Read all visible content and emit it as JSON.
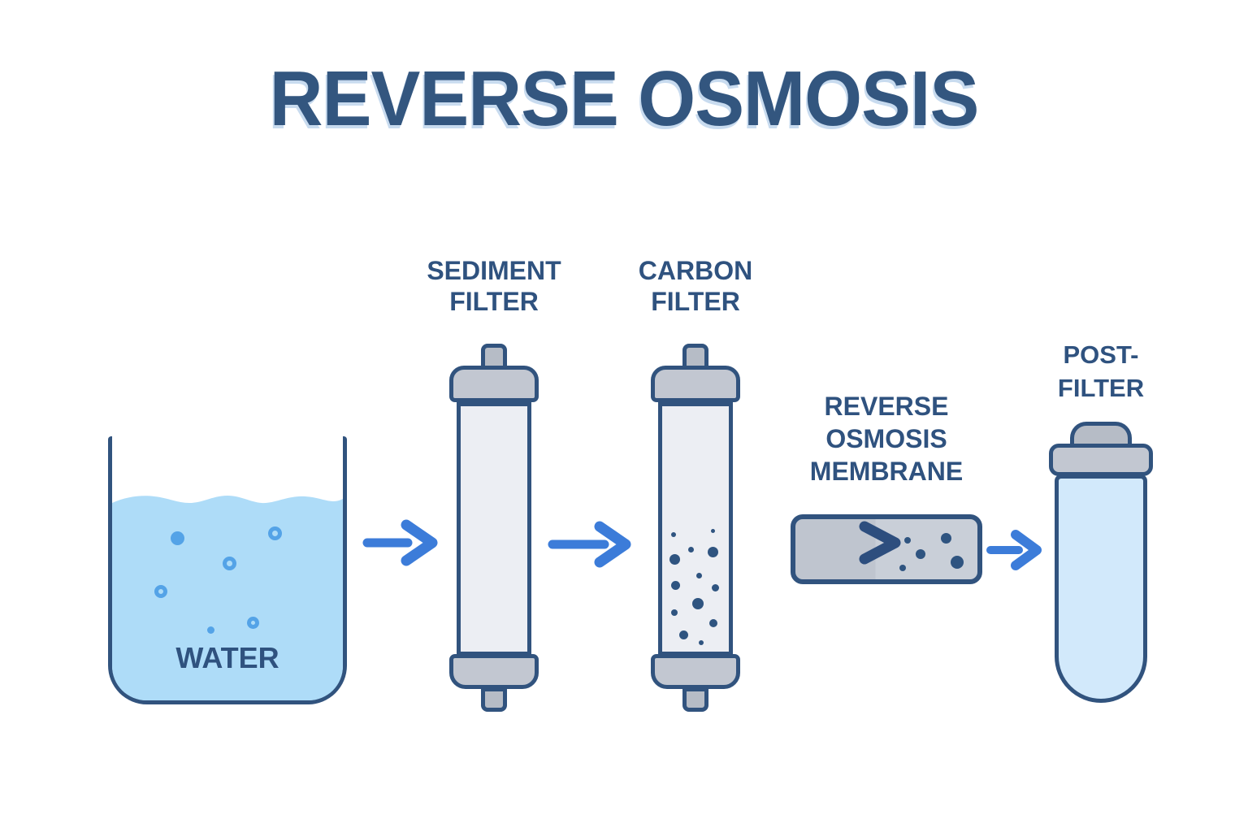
{
  "title": "REVERSE OSMOSIS",
  "stages": [
    {
      "id": "water",
      "label": "WATER"
    },
    {
      "id": "sediment-filter",
      "label_lines": [
        "SEDIMENT",
        "FILTER"
      ]
    },
    {
      "id": "carbon-filter",
      "label_lines": [
        "CARBON",
        "FILTER"
      ]
    },
    {
      "id": "ro-membrane",
      "label_lines": [
        "REVERSE",
        "OSMOSIS",
        "MEMBRANE"
      ]
    },
    {
      "id": "post-filter",
      "label_lines": [
        "POST-",
        "FILTER"
      ]
    }
  ],
  "flow": {
    "direction": "left-to-right",
    "arrow_icon": "arrow-right",
    "arrow_count": 4
  },
  "colors": {
    "navy": "#33567f",
    "label-navy": "#2f527f",
    "outline": "#31537e",
    "title-shadow": "#c8dbef",
    "arrow-blue": "#3c7cd9",
    "arrow-dark": "#2d4e7e",
    "water-blue": "#aedcf8",
    "bubble-blue": "#54a3e7",
    "filter-body": "#eceef3",
    "cap-gray": "#c2c7d1",
    "nub-gray": "#b6bcc6",
    "post-body-blue": "#d2e9fb",
    "particle-navy": "#2f5480",
    "background": "#ffffff"
  }
}
